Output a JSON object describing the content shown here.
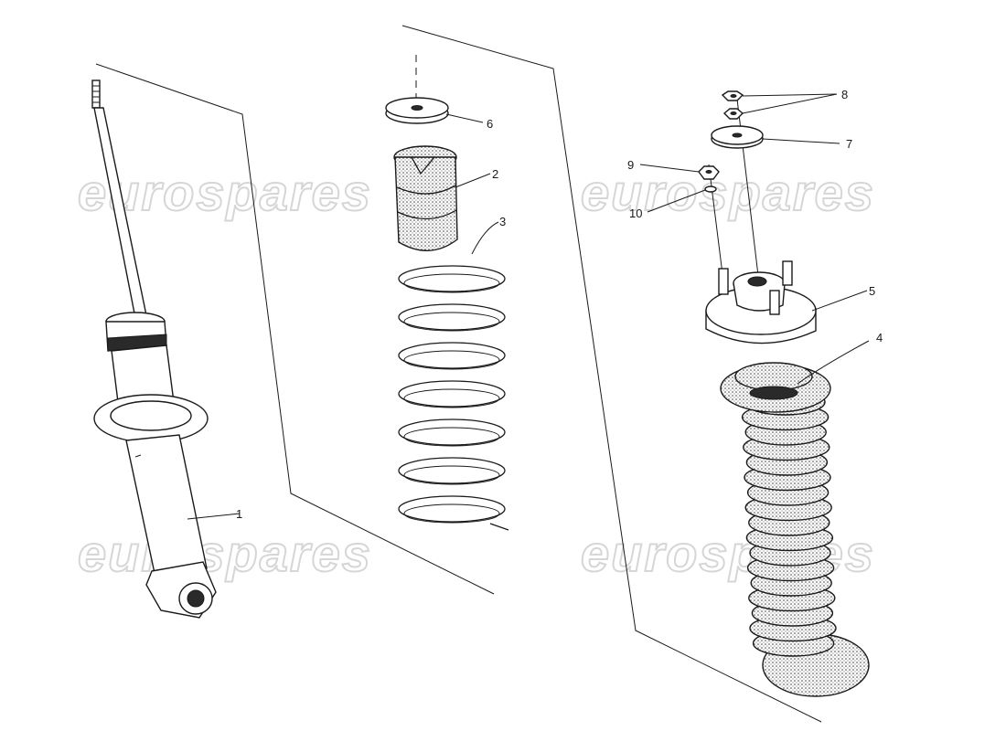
{
  "watermark": {
    "text": "eurospares"
  },
  "callouts": [
    {
      "id": "1",
      "label": "1"
    },
    {
      "id": "2",
      "label": "2"
    },
    {
      "id": "3",
      "label": "3"
    },
    {
      "id": "4",
      "label": "4"
    },
    {
      "id": "5",
      "label": "5"
    },
    {
      "id": "6",
      "label": "6"
    },
    {
      "id": "7",
      "label": "7"
    },
    {
      "id": "8",
      "label": "8"
    },
    {
      "id": "9",
      "label": "9"
    },
    {
      "id": "10",
      "label": "10"
    }
  ],
  "colors": {
    "line": "#1a1a1a",
    "watermark": "#d6d6d6",
    "background": "#ffffff"
  }
}
